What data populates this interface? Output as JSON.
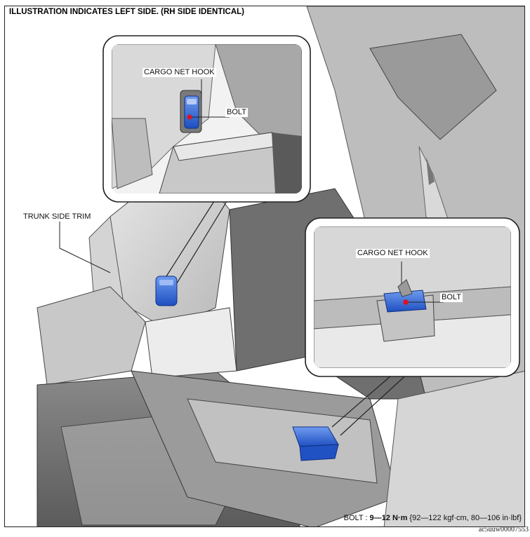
{
  "header": {
    "text": "ILLUSTRATION INDICATES LEFT SIDE. (RH SIDE IDENTICAL)"
  },
  "labels": {
    "trunk_side_trim": "TRUNK SIDE TRIM",
    "inset1_hook": "CARGO NET HOOK",
    "inset1_bolt": "BOLT",
    "inset2_hook": "CARGO NET HOOK",
    "inset2_bolt": "BOLT"
  },
  "spec": {
    "prefix": "BOLT : ",
    "torque": "9—12 N·m",
    "detail": " {92—122 kgf·cm, 80—106 in·lbf}"
  },
  "figure_code": "ac5uuw00007553",
  "colors": {
    "hook_blue": "#2f6ad8",
    "bolt_red": "#e01020",
    "panel_grey": "#cfcfcf"
  }
}
